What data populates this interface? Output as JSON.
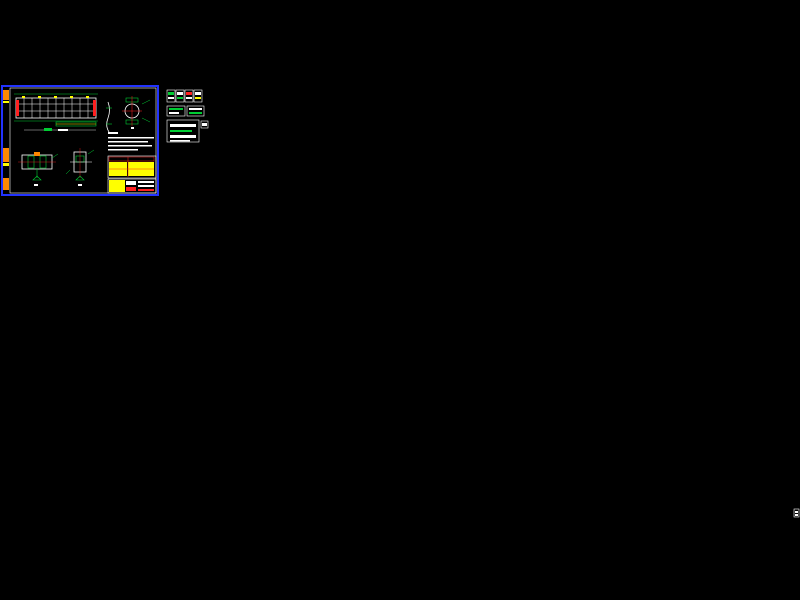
{
  "app": {
    "background": "#000000"
  },
  "colors": {
    "frame": "#2233ff",
    "line_white": "#ffffff",
    "line_green": "#00cc33",
    "line_red": "#ff2020",
    "line_yellow": "#ffff00",
    "line_orange": "#ff8800",
    "line_magenta": "#ff33ff",
    "line_cyan": "#33ccff"
  },
  "views": [
    {
      "id": "elevation",
      "type": "truss-elevation"
    },
    {
      "id": "section-a",
      "type": "circular-section"
    },
    {
      "id": "section-b",
      "type": "node-detail"
    },
    {
      "id": "section-c",
      "type": "node-detail"
    },
    {
      "id": "table",
      "type": "material-table"
    },
    {
      "id": "title-block",
      "type": "title-block"
    }
  ]
}
